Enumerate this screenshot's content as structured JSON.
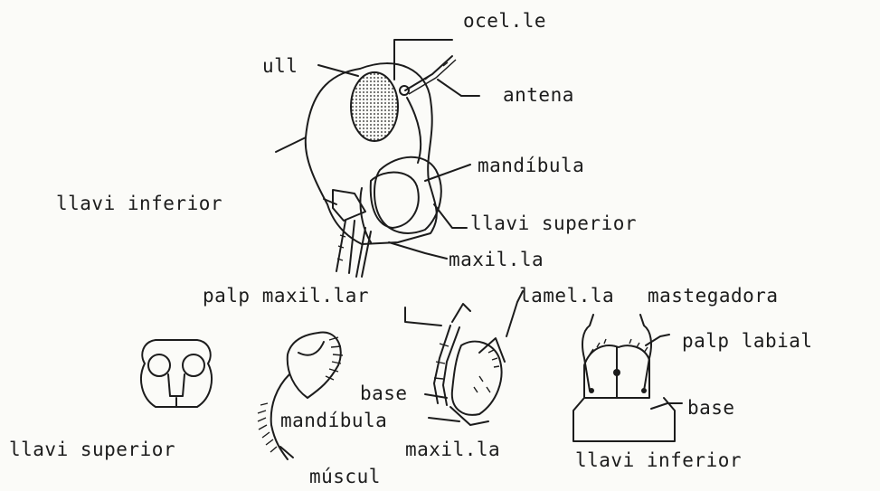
{
  "head_labels": {
    "ocel_le": "ocel.le",
    "ull": "ull",
    "antena": "antena",
    "mandibula": "mandíbula",
    "llavi_inferior": "llavi inferior",
    "llavi_superior": "llavi superior",
    "maxil_la": "maxil.la"
  },
  "part_labels": {
    "palp_maxil_lar": "palp maxil.lar",
    "lamel_la": "lamel.la",
    "mastegadora": "mastegadora",
    "palp_labial": "palp labial",
    "base_maxilla": "base",
    "mandibula": "mandíbula",
    "base_labium": "base",
    "llavi_superior": "llavi superior",
    "maxil_la": "maxil.la",
    "llavi_inferior": "llavi inferior",
    "muscul": "múscul"
  }
}
